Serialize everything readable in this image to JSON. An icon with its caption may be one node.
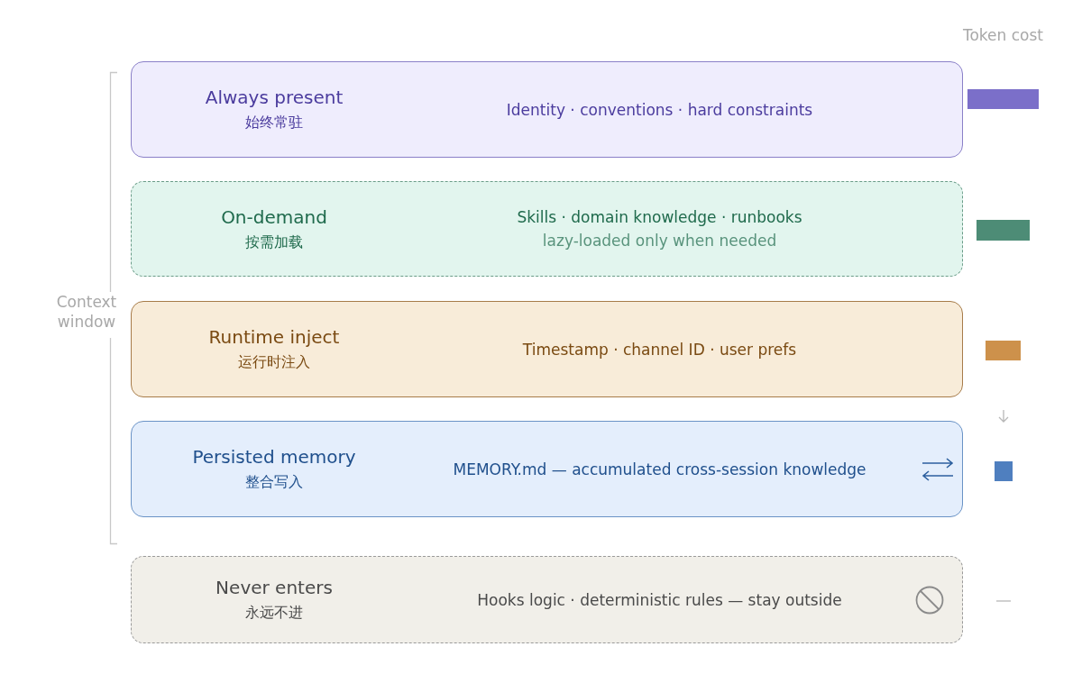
{
  "diagram": {
    "nodes": [
      {
        "text": [
          "Always present",
          "始终常驻",
          "Identity · conventions · hard constraints"
        ]
      },
      {
        "text": [
          "On-demand",
          "按需加载",
          "Skills · domain knowledge · runbooks",
          "lazy-loaded only when needed"
        ]
      },
      {
        "text": [
          "Runtime inject",
          "运行时注入",
          "Timestamp · channel ID · user prefs"
        ]
      },
      {
        "text": [
          "Persisted memory",
          "整合写入",
          "MEMORY.md — accumulated cross-session knowledge"
        ]
      },
      {
        "text": [
          "Never enters",
          "永远不进",
          "Hooks logic · deterministic rules — stay outside"
        ]
      },
      {
        "text": [],
        "shape": "bar"
      },
      {
        "text": [],
        "shape": "bar"
      },
      {
        "text": [],
        "shape": "bar"
      },
      {
        "text": [],
        "shape": "bar"
      }
    ],
    "labels": [
      "Token cost",
      "Context window"
    ]
  }
}
